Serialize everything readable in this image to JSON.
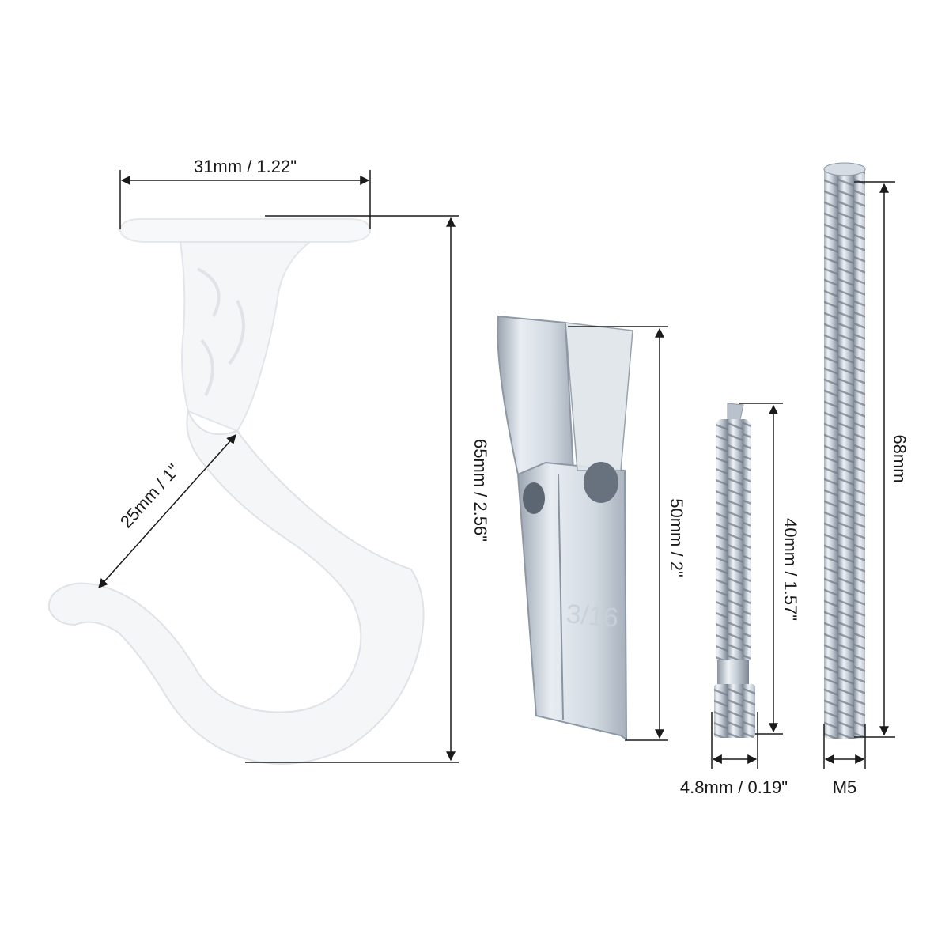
{
  "dimensions": {
    "hook_base_width": "31mm / 1.22\"",
    "hook_height": "65mm / 2.56\"",
    "hook_opening": "25mm / 1\"",
    "toggle_length": "50mm / 2\"",
    "toggle_stamp": "3/16",
    "screw_length": "40mm / 1.57\"",
    "screw_diameter": "4.8mm / 0.19\"",
    "rod_length": "68mm",
    "rod_thread": "M5"
  },
  "colors": {
    "hook": "#f4f6f8",
    "metal_light": "#e3e8ee",
    "metal_mid": "#b9c2cc",
    "metal_dark": "#7d8793",
    "dimension_line": "#1a1a1a"
  }
}
